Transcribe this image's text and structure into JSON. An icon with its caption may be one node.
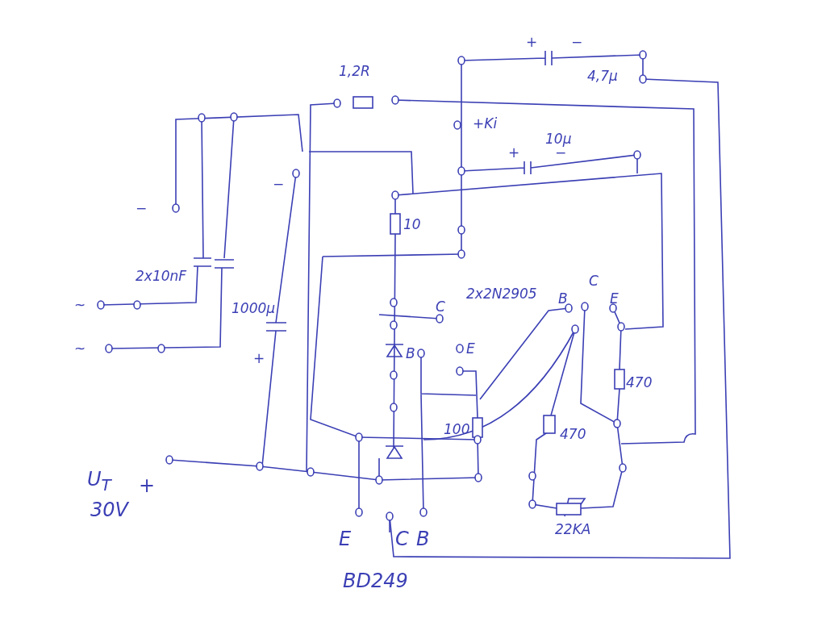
{
  "diagram": {
    "labels": [
      "+",
      "−",
      "1,2R",
      "4,7µ",
      "+Ki",
      "10µ",
      "+",
      "−",
      "−",
      "−",
      "2x10nF",
      "2x2N2905",
      "C",
      "~",
      "1000µ",
      "B",
      "E",
      "C",
      "~",
      "B",
      "E",
      "+",
      "470",
      "100",
      "470",
      "U$_{T}$",
      "+",
      "30V",
      "22KA",
      "E",
      "C",
      "B",
      "BD249",
      "10"
    ]
  }
}
